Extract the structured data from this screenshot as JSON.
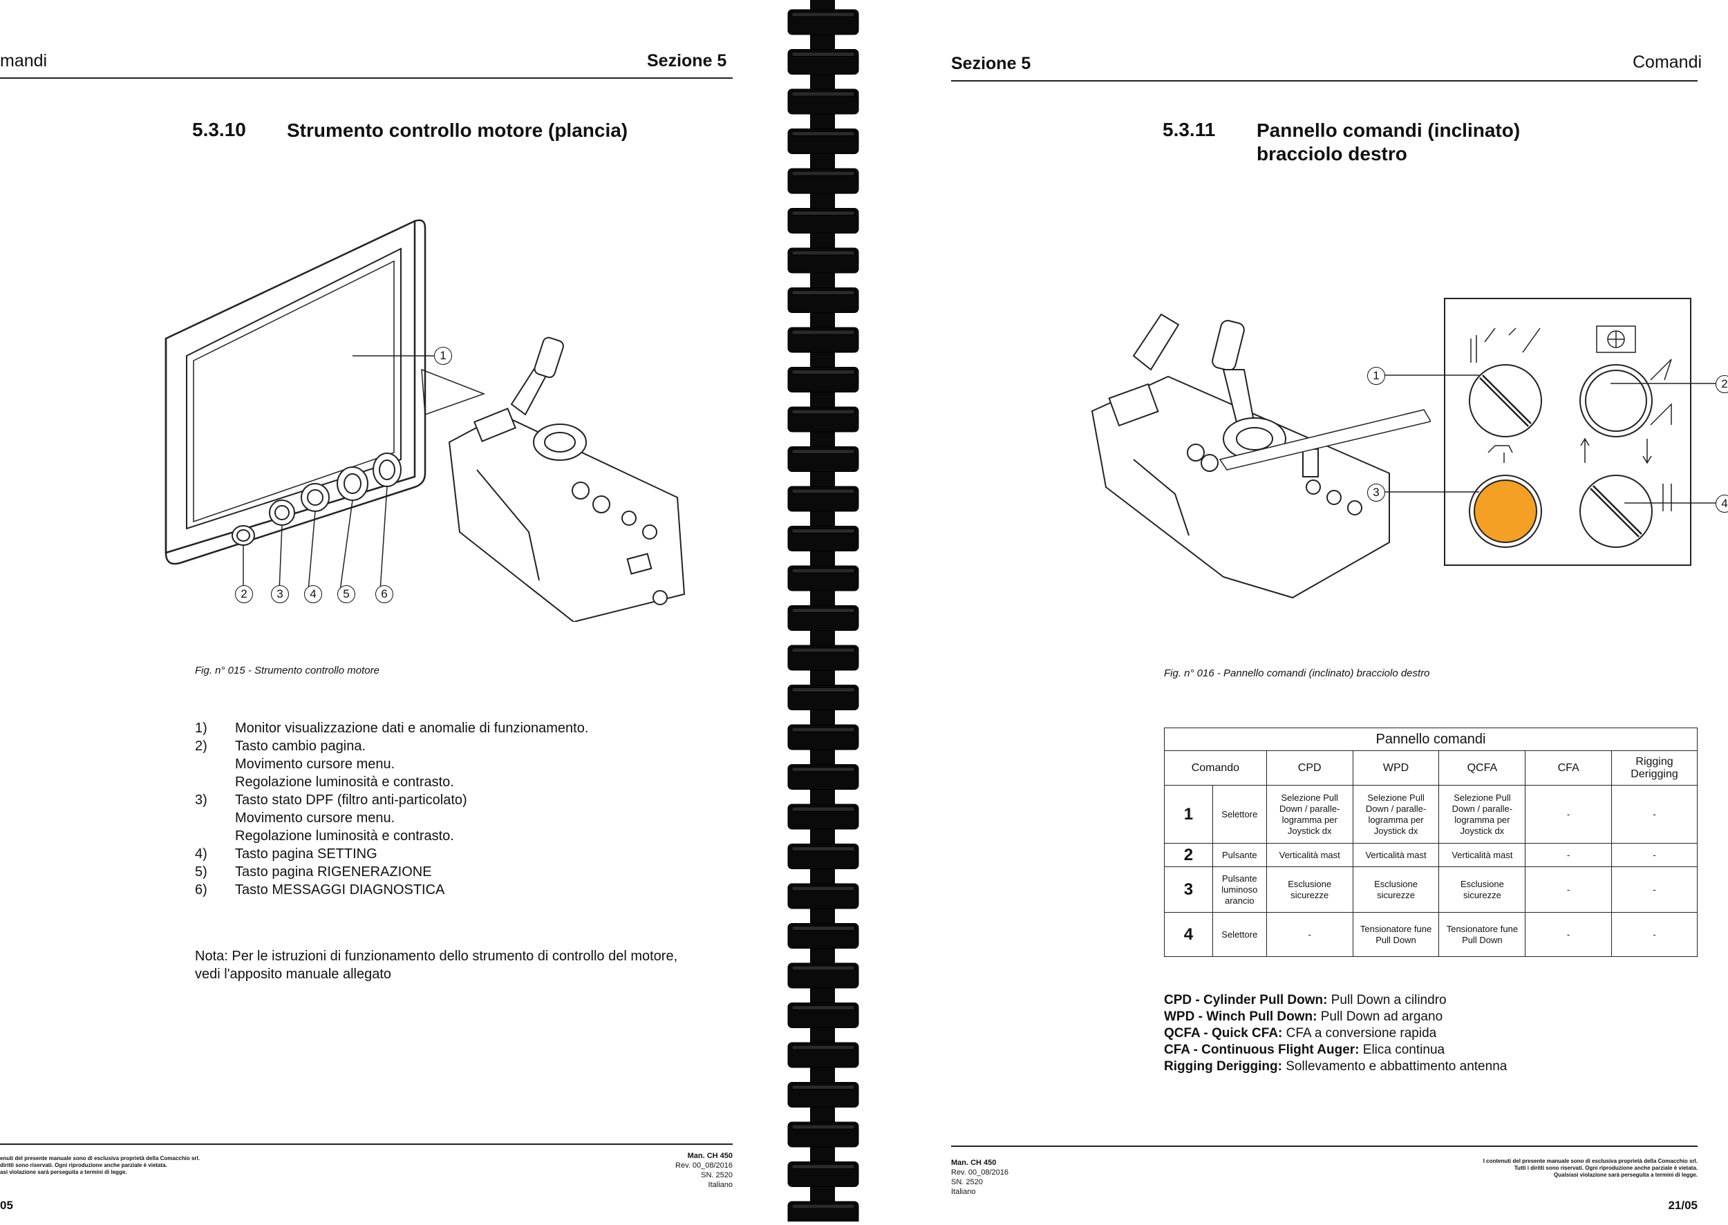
{
  "left_page": {
    "header_left": "mandi",
    "header_right": "Sezione 5",
    "section_number": "5.3.10",
    "section_title": "Strumento controllo motore (plancia)",
    "figure_callouts": [
      "1",
      "2",
      "3",
      "4",
      "5",
      "6"
    ],
    "figure_caption": "Fig. n° 015 - Strumento controllo motore",
    "items": [
      {
        "num": "1)",
        "lines": [
          "Monitor visualizzazione dati e anomalie di funzionamento."
        ]
      },
      {
        "num": "2)",
        "lines": [
          "Tasto cambio pagina.",
          "Movimento cursore menu.",
          "Regolazione luminosità e contrasto."
        ]
      },
      {
        "num": "3)",
        "lines": [
          "Tasto stato DPF (filtro anti-particolato)",
          "Movimento cursore menu.",
          "Regolazione luminosità e contrasto."
        ]
      },
      {
        "num": "4)",
        "lines": [
          "Tasto pagina SETTING"
        ]
      },
      {
        "num": "5)",
        "lines": [
          "Tasto pagina RIGENERAZIONE"
        ]
      },
      {
        "num": "6)",
        "lines": [
          "Tasto MESSAGGI DIAGNOSTICA"
        ]
      }
    ],
    "note_line1": "Nota: Per le istruzioni di funzionamento dello strumento di controllo del motore,",
    "note_line2": "vedi l'apposito manuale allegato",
    "footer_legal": [
      "enuti del presente manuale sono di esclusiva proprietà della Comacchio srl.",
      "diritti sono riservati. Ogni riproduzione anche parziale è vietata.",
      "asi violazione sarà perseguita a termini di legge."
    ],
    "footer_info": [
      "Man. CH 450",
      "Rev. 00_08/2016",
      "SN. 2520",
      "Italiano"
    ],
    "page_number": "05"
  },
  "right_page": {
    "header_left": "Sezione 5",
    "header_right": "Comandi",
    "section_number": "5.3.11",
    "section_title_line1": "Pannello comandi (inclinato)",
    "section_title_line2": "bracciolo destro",
    "figure_callouts": [
      "1",
      "2",
      "3",
      "4"
    ],
    "figure_caption": "Fig. n° 016 - Pannello comandi  (inclinato) bracciolo destro",
    "table": {
      "title": "Pannello comandi",
      "header": [
        "Comando",
        "CPD",
        "WPD",
        "QCFA",
        "CFA",
        "Rigging Derigging"
      ],
      "rows": [
        {
          "n": "1",
          "type": "Selettore",
          "cpd": "Selezione Pull Down / paralle-logramma per Joystick dx",
          "wpd": "Selezione Pull Down / paralle-logramma per Joystick dx",
          "qcfa": "Selezione Pull Down / paralle-logramma per Joystick dx",
          "cfa": "-",
          "rig": "-"
        },
        {
          "n": "2",
          "type": "Pulsante",
          "cpd": "Verticalità mast",
          "wpd": "Verticalità mast",
          "qcfa": "Verticalità mast",
          "cfa": "-",
          "rig": "-"
        },
        {
          "n": "3",
          "type": "Pulsante luminoso arancio",
          "cpd": "Esclusione sicurezze",
          "wpd": "Esclusione sicurezze",
          "qcfa": "Esclusione sicurezze",
          "cfa": "-",
          "rig": "-"
        },
        {
          "n": "4",
          "type": "Selettore",
          "cpd": "-",
          "wpd": "Tensionatore fune Pull Down",
          "qcfa": "Tensionatore fune Pull Down",
          "cfa": "-",
          "rig": "-"
        }
      ]
    },
    "legend": [
      {
        "abbr": "CPD - Cylinder Pull Down:",
        "desc": " Pull Down a cilindro"
      },
      {
        "abbr": "WPD - Winch Pull Down:",
        "desc": " Pull Down ad argano"
      },
      {
        "abbr": "QCFA - Quick CFA:",
        "desc": " CFA a conversione rapida"
      },
      {
        "abbr": "CFA - Continuous Flight Auger:",
        "desc": " Elica continua"
      },
      {
        "abbr": "Rigging Derigging:",
        "desc": " Sollevamento e abbattimento antenna"
      }
    ],
    "footer_info": [
      "Man. CH 450",
      "Rev. 00_08/2016",
      "SN. 2520",
      "Italiano"
    ],
    "footer_legal": [
      "I contenuti del presente manuale sono di esclusiva proprietà della Comacchio srl.",
      "Tutti i diritti sono riservati. Ogni riproduzione anche parziale è vietata.",
      "Qualsiasi violazione sarà perseguita a termini di legge."
    ],
    "page_number": "21/05"
  },
  "colors": {
    "ink": "#111111",
    "spine": "#0a0a0a",
    "orange_button": "#f3a024"
  }
}
